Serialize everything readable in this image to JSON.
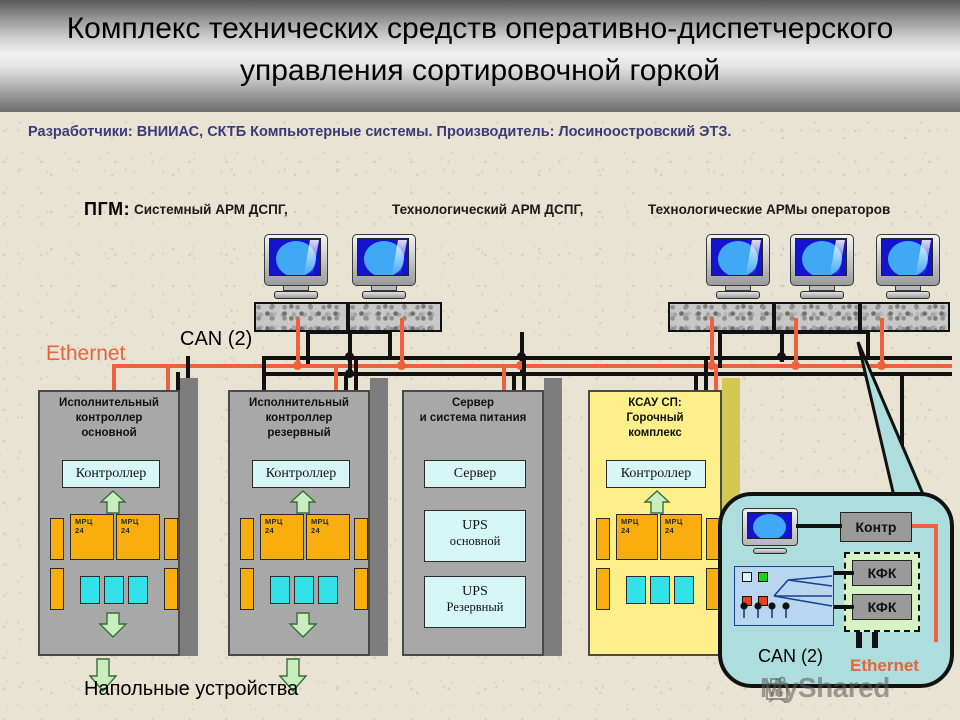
{
  "title": "Комплекс технических средств оперативно-диспетчерского управления сортировочной горкой",
  "subtitle": "Разработчики: ВНИИАС, СКТБ Компьютерные системы. Производитель:  Лосиноостровский ЭТЗ.",
  "colors": {
    "ethernet": "#f0603c",
    "can": "#111111",
    "cabinet_gray": "#a8a8a8",
    "cabinet_yellow": "#fdf08a",
    "module_orange": "#f9ae10",
    "module_cyan": "#31e3e8",
    "inner_box": "#d7f7f7",
    "arrow_green": "#c8eebf",
    "subtitle_text": "#3a3a7a",
    "inset_bg": "#aeddde"
  },
  "workstations": {
    "group_label": "ПГМ:",
    "labels": [
      "Системный АРМ ДСПГ,",
      "Технологический АРМ ДСПГ,",
      "Технологические АРМы операторов"
    ],
    "monitor_count": 5
  },
  "networks": {
    "ethernet": "Ethernet",
    "can": "CAN (2)"
  },
  "cabinets": [
    {
      "id": "exec-main",
      "type": "gray",
      "caption": [
        "Исполнительный",
        "контроллер",
        "основной"
      ],
      "inner": [
        {
          "t1": "Контроллер",
          "t2": ""
        }
      ],
      "modules": [
        {
          "label_line1": "МРЦ",
          "label_line2": "24"
        },
        {
          "label_line1": "МРЦ",
          "label_line2": "24"
        }
      ],
      "cyan_count": 3
    },
    {
      "id": "exec-backup",
      "type": "gray",
      "caption": [
        "Исполнительный",
        "контроллер",
        "резервный"
      ],
      "inner": [
        {
          "t1": "Контроллер",
          "t2": ""
        }
      ],
      "modules": [
        {
          "label_line1": "МРЦ",
          "label_line2": "24"
        },
        {
          "label_line1": "МРЦ",
          "label_line2": "24"
        }
      ],
      "cyan_count": 3
    },
    {
      "id": "server",
      "type": "gray",
      "caption": [
        "Сервер",
        "и система питания"
      ],
      "inner": [
        {
          "t1": "Сервер",
          "t2": ""
        },
        {
          "t1": "UPS",
          "t2": "основной"
        },
        {
          "t1": "UPS",
          "t2": "Резервный"
        }
      ],
      "modules": [],
      "cyan_count": 0
    },
    {
      "id": "ksau-sp",
      "type": "yellow",
      "caption": [
        "КСАУ СП:",
        "Горочный",
        "комплекс"
      ],
      "inner": [
        {
          "t1": "Контроллер",
          "t2": ""
        }
      ],
      "modules": [
        {
          "label_line1": "МРЦ",
          "label_line2": "24"
        },
        {
          "label_line1": "МРЦ",
          "label_line2": "24"
        }
      ],
      "cyan_count": 3
    }
  ],
  "floor_devices_label": "Напольные устройства",
  "inset": {
    "controller_label": "Контр",
    "kfk_labels": [
      "КФК",
      "КФК"
    ],
    "can_label": "CAN (2)",
    "ethernet_label": "Ethernet"
  },
  "watermark": "MyShared"
}
